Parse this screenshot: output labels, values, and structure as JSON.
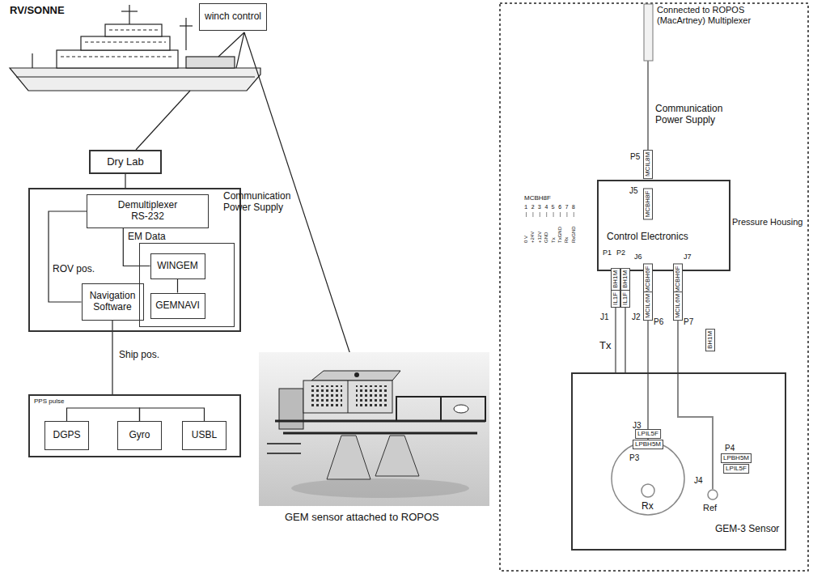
{
  "diagram": {
    "nodes": [
      {
        "text": [
          "winch control"
        ]
      },
      {
        "text": [
          "Dry Lab"
        ]
      },
      {
        "text": []
      },
      {
        "text": [
          "Demultiplexer",
          "RS-232"
        ],
        "in": 2
      },
      {
        "text": [
          "Navigation Software"
        ],
        "in": 2
      },
      {
        "text": [],
        "in": 2
      },
      {
        "text": [
          "WINGEM"
        ],
        "in": 5
      },
      {
        "text": [
          "GEMNAVI"
        ],
        "in": 5
      },
      {
        "text": [
          "PPS pulse"
        ]
      },
      {
        "text": [
          "DGPS"
        ],
        "in": 8
      },
      {
        "text": [
          "Gyro"
        ],
        "in": 8
      },
      {
        "text": [
          "USBL"
        ],
        "in": 8
      },
      {
        "text": [
          "Control Electronics",
          "Pressure Housing"
        ]
      },
      {
        "text": [
          "GEM-3 Sensor"
        ]
      },
      {
        "text": [
          "Rx"
        ],
        "in": 13
      },
      {
        "text": [
          "Ref"
        ],
        "in": 13
      }
    ],
    "edges": [
      {
        "from": 1,
        "to": 2,
        "arrow": "none"
      },
      {
        "from": 3,
        "to": 4,
        "label": "ROV pos.",
        "arrow": "none"
      },
      {
        "from": 3,
        "to": 6,
        "label": "EM Data",
        "arrow": "none"
      },
      {
        "from": 6,
        "to": 7,
        "arrow": "none"
      },
      {
        "from": 4,
        "to": 8,
        "label": "Ship pos.",
        "arrow": "none"
      },
      {
        "from": 9,
        "to": 10,
        "arrow": "none"
      },
      {
        "from": 10,
        "to": 11,
        "arrow": "none"
      },
      {
        "from": 12,
        "to": 13,
        "label": "Tx",
        "arrow": "none"
      },
      {
        "from": 12,
        "to": 13,
        "arrow": "none"
      },
      {
        "from": 12,
        "to": 14,
        "arrow": "none"
      },
      {
        "from": 12,
        "to": 15,
        "arrow": "none"
      }
    ],
    "labels": [
      "RV/SONNE",
      "Communication Power Supply",
      "GEM sensor attached to ROPOS",
      "Connected to ROPOS (MacArtney) Multiplexer",
      "Communication Power Supply",
      "P5",
      "MCIL8M",
      "J5",
      "MCBH8F",
      "MCBH8F",
      "1 2 3 4 5 6 7 8",
      "0 V",
      "+24V",
      "+12V",
      "GND",
      "Tx",
      "TxGND",
      "Rx",
      "RxGND",
      "P1",
      "P2",
      "BH1M",
      "BH1M",
      "J6",
      "J7",
      "MCBH6F",
      "MCBH6F",
      "IL1F",
      "IL1F",
      "MCIL6M",
      "MCIL6M",
      "J1",
      "J2",
      "P6",
      "P7",
      "BH1M",
      "J3",
      "LPIL5F",
      "LPBH5M",
      "P3",
      "P4",
      "LPBH5M",
      "LPIL5F",
      "J4"
    ]
  }
}
